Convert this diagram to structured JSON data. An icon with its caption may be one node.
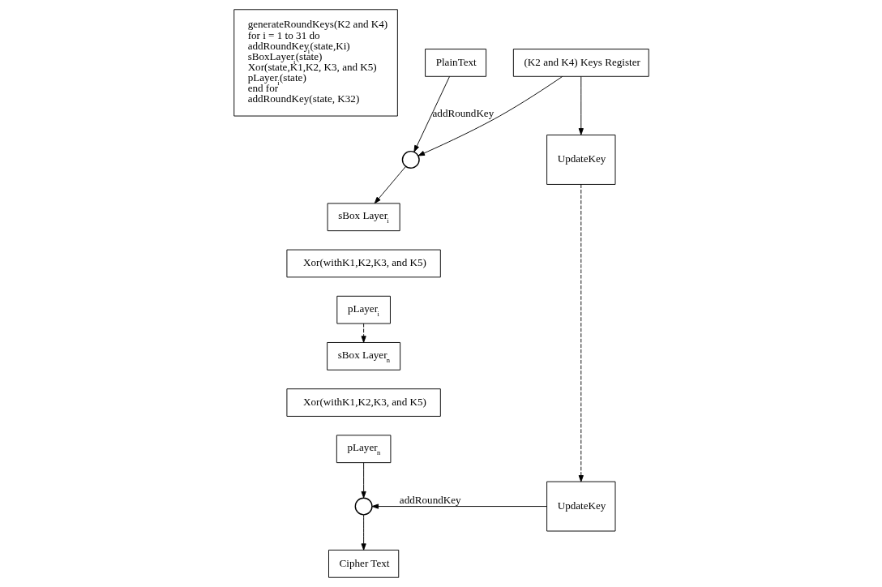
{
  "diagram": {
    "nodes": [
      {
        "text": [
          "generateRoundKeys(K2 and K4)",
          "for i = 1 to 31 do",
          "addRoundKey$_{i}$(state,Ki)",
          "sBoxLayer$_{i}$(state)",
          "Xor(state,K1,K2, K3, and K5)",
          "pLayer$_{i}$(state)",
          "end for",
          "addRoundKey(state, K32)"
        ]
      },
      {
        "text": [
          "PlainText"
        ]
      },
      {
        "text": [],
        "shape": "circle"
      },
      {
        "text": [
          "(K2 and K4) Keys Register"
        ]
      },
      {
        "text": [
          "UpdateKey"
        ]
      },
      {
        "text": [
          "sBox Layer$_{i}$"
        ]
      },
      {
        "text": [
          "Xor(withK1,K2,K3, and K5)"
        ]
      },
      {
        "text": [
          "pLayer$_{i}$"
        ]
      },
      {
        "text": [
          "sBox Layer$_{n}$"
        ]
      },
      {
        "text": [
          "Xor(withK1,K2,K3, and K5)"
        ]
      },
      {
        "text": [
          "pLayer$_{n}$"
        ]
      },
      {
        "text": [],
        "shape": "circle"
      },
      {
        "text": [
          "UpdateKey"
        ]
      },
      {
        "text": [
          "Cipher Text"
        ]
      }
    ],
    "edges": [
      {
        "from": 1,
        "to": 2,
        "arrow": "to"
      },
      {
        "from": 3,
        "to": 2,
        "arrow": "to",
        "label": "addRoundKey"
      },
      {
        "from": 3,
        "to": 4,
        "arrow": "to"
      },
      {
        "from": 2,
        "to": 5,
        "arrow": "to"
      },
      {
        "from": 7,
        "to": 8,
        "arrow": "to",
        "style": "dashed"
      },
      {
        "from": 4,
        "to": 12,
        "arrow": "to",
        "style": "dashed"
      },
      {
        "from": 10,
        "to": 11,
        "arrow": "to"
      },
      {
        "from": 12,
        "to": 11,
        "arrow": "to",
        "label": "addRoundKey"
      },
      {
        "from": 11,
        "to": 13,
        "arrow": "to"
      }
    ]
  }
}
